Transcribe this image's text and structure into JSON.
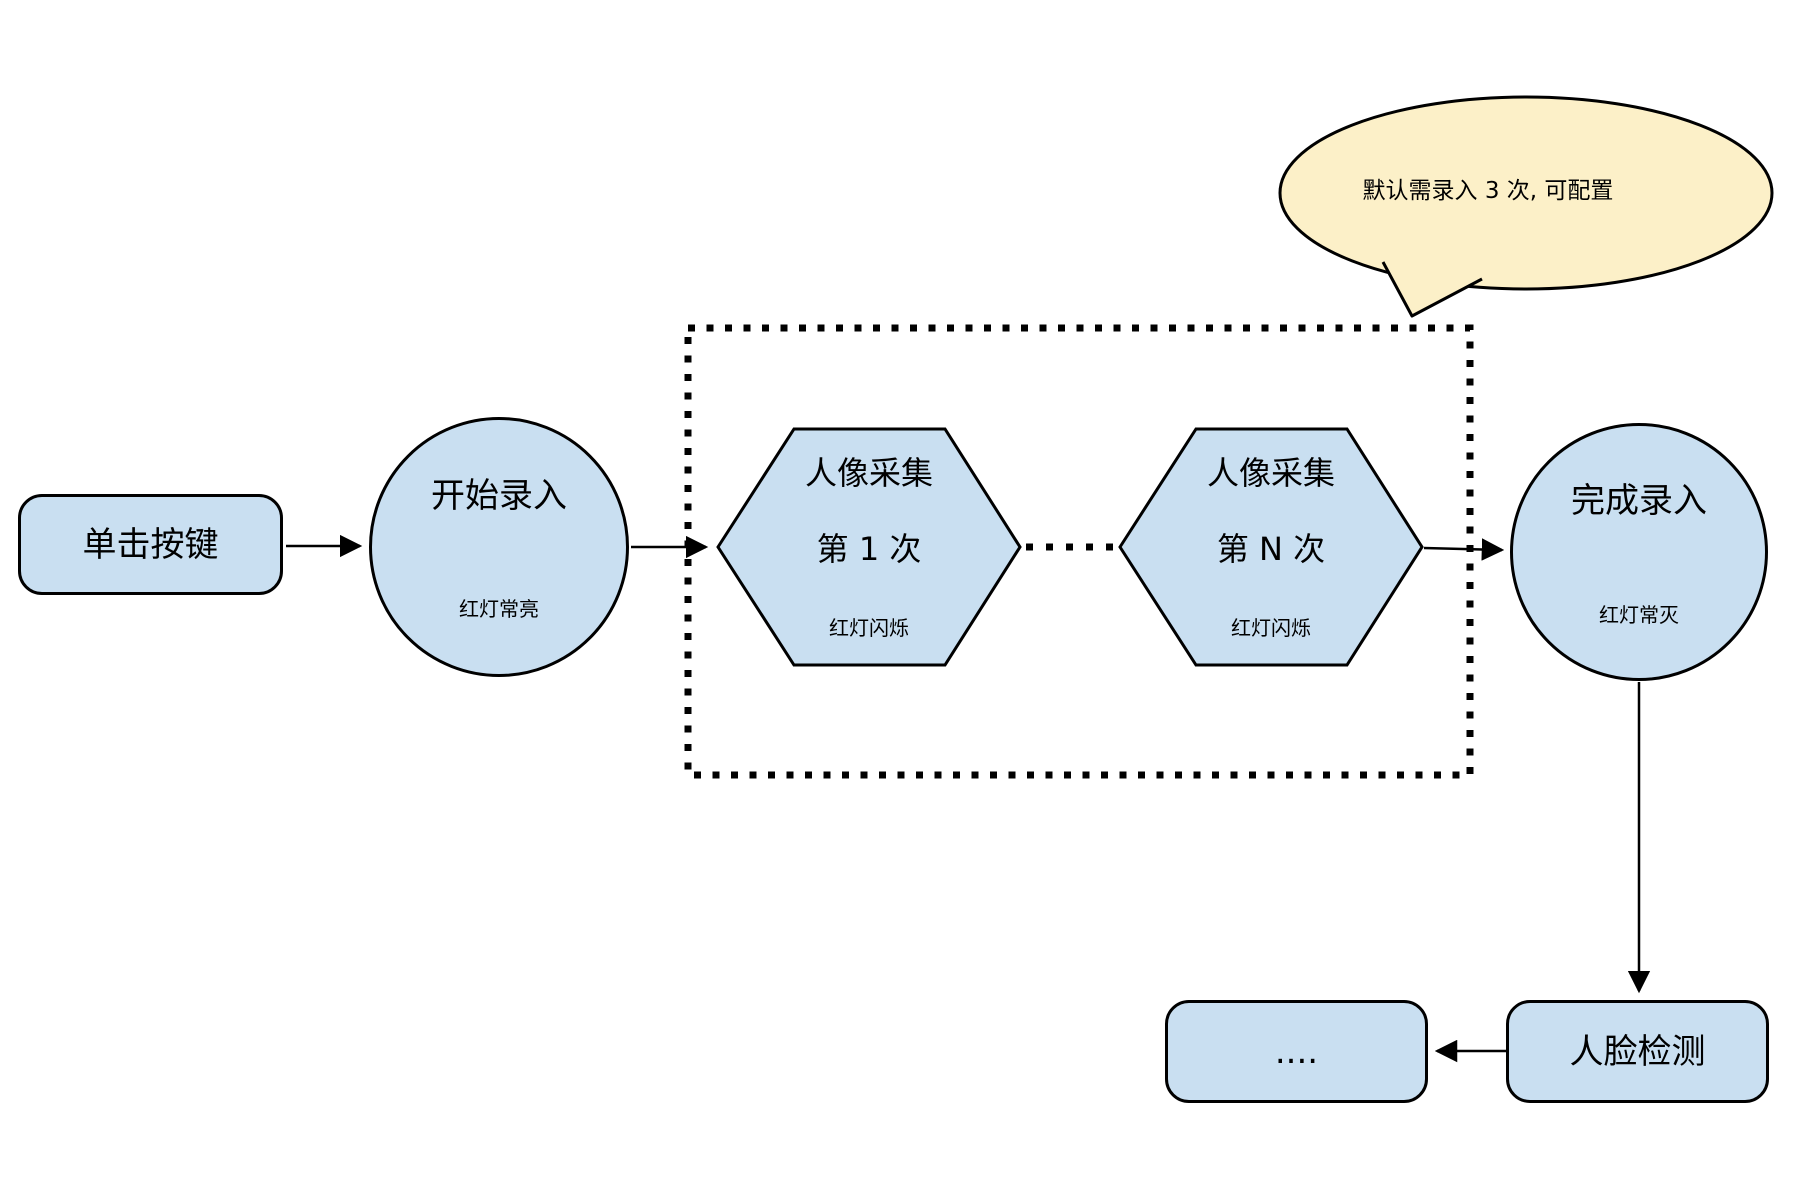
{
  "colors": {
    "background": "#FFFFFF",
    "node_fill": "#C9DFF1",
    "node_stroke": "#000000",
    "callout_fill": "#FCF0C8",
    "callout_stroke": "#000000",
    "text": "#000000"
  },
  "nodes": {
    "click_button": {
      "label": "单击按键"
    },
    "start_entry": {
      "label": "开始录入",
      "status": "红灯常亮"
    },
    "capture_first": {
      "title": "人像采集",
      "round": "第 1 次",
      "status": "红灯闪烁"
    },
    "capture_nth": {
      "title": "人像采集",
      "round": "第 N 次",
      "status": "红灯闪烁"
    },
    "finish_entry": {
      "label": "完成录入",
      "status": "红灯常灭"
    },
    "face_detect": {
      "label": "人脸检测"
    },
    "more": {
      "label": "...."
    }
  },
  "callout": {
    "text": "默认需录入 3 次, 可配置"
  }
}
